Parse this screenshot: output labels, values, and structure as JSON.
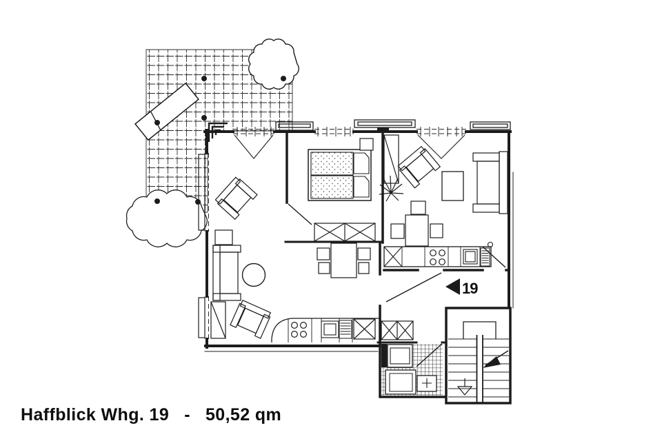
{
  "meta": {
    "paper_color": "#ffffff",
    "ink_color": "#1c1c1c",
    "drawing_type": "apartment floor plan (scanned hand drawing)"
  },
  "caption": {
    "project": "Haffblick",
    "unit": "Whg. 19",
    "separator": "-",
    "area": "50,52 qm",
    "text": "Haffblick Whg. 19   -   50,52 qm"
  },
  "plan": {
    "unit_marker": {
      "number": "19",
      "arrow_icon": "left-filled-triangle"
    },
    "rooms": [
      {
        "id": "terrace",
        "features": [
          "tiled paving grid",
          "sun lounger",
          "tree",
          "shrub",
          "terrace light dots",
          "corner steps"
        ]
      },
      {
        "id": "bedroom",
        "furniture": [
          "double bed with two mattresses and pillows",
          "nightstand",
          "crossed wardrobe"
        ]
      },
      {
        "id": "living-room",
        "furniture": [
          "sofa",
          "side table",
          "armchair",
          "round table",
          "dining table with four chairs",
          "small wardrobe",
          "second armchair",
          "kitchenette: rounded counter, 4-burner hob, sink, appliance, crossed cabinet"
        ]
      },
      {
        "id": "lounge-dining-room",
        "furniture": [
          "wardrobe with diagonal",
          "potted plant",
          "armchair",
          "coffee table",
          "sofa",
          "dining table with stool and two chairs",
          "kitchen row: crossed cabinet, 4-burner hob, sink, refrigerator"
        ]
      },
      {
        "id": "hallway",
        "features": [
          "entrance marked 19",
          "two crossed built-in cupboards",
          "door swings"
        ]
      },
      {
        "id": "bathroom",
        "fixtures": [
          "washbasin",
          "shower",
          "toilet with cross symbol",
          "tiled floor",
          "duct"
        ]
      },
      {
        "id": "stairwell",
        "features": [
          "two stair runs",
          "center handrail",
          "landing",
          "up arrow",
          "down marker"
        ]
      }
    ]
  }
}
